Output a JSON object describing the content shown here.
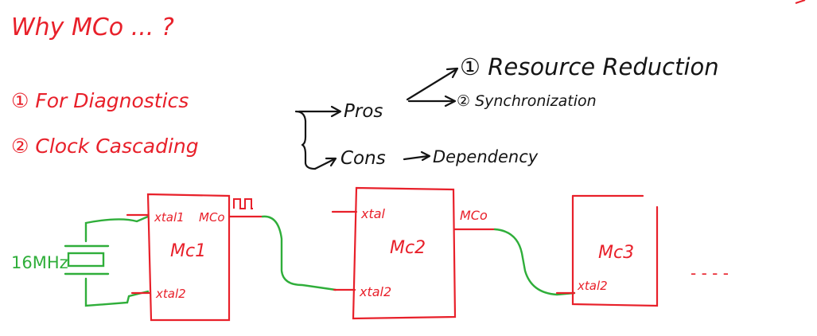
{
  "colors": {
    "red": "#e8202a",
    "black": "#141414",
    "green": "#2fae3a"
  },
  "title": "Why MCo ... ?",
  "reasons": {
    "item1": "① For Diagnostics",
    "item2": "② Clock Cascading"
  },
  "pros_cons": {
    "pros_label": "Pros",
    "pros_item1": "① Resource Reduction",
    "pros_item2": "② Synchronization",
    "cons_label": "Cons",
    "cons_item1": "Dependency"
  },
  "circuit": {
    "crystal_label": "16MHz",
    "mc1": {
      "name": "Mc1",
      "pin_in1": "xtal1",
      "pin_out": "MCo",
      "pin_in2": "xtal2",
      "pulse_symbol": "⎍⎍"
    },
    "mc2": {
      "name": "Mc2",
      "pin_in1": "xtal",
      "pin_out": "MCo",
      "pin_in2": "xtal2"
    },
    "mc3": {
      "name": "Mc3",
      "pin_in2": "xtal2"
    },
    "continuation": "- - - -"
  }
}
